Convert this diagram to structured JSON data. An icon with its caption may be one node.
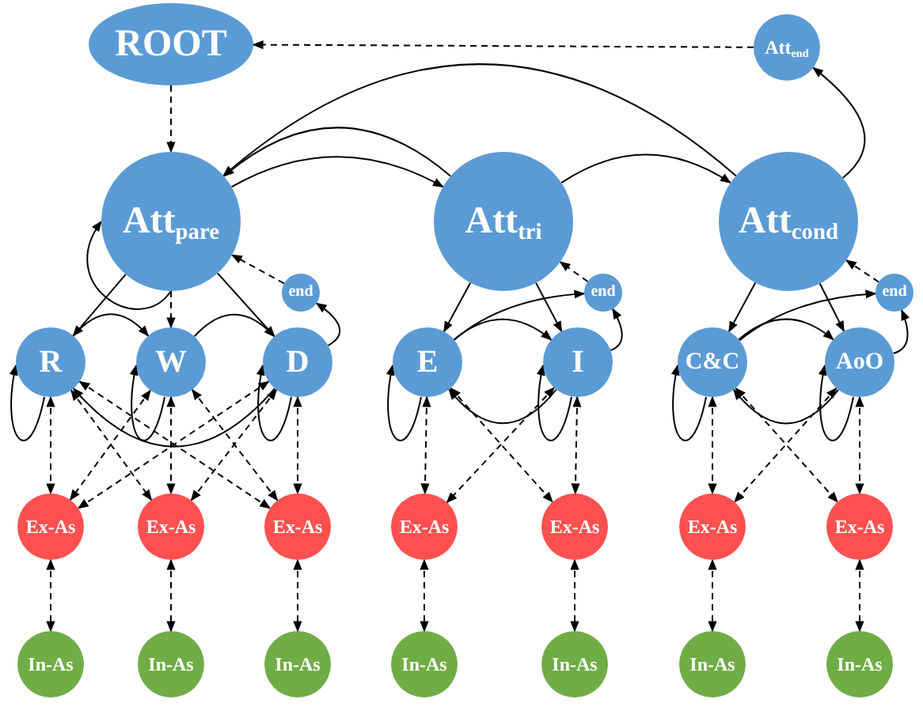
{
  "diagram": {
    "nodes": [
      {
        "text": [
          "ROOT"
        ]
      },
      {
        "text": [
          "Att$_{end}$"
        ]
      },
      {
        "text": [
          "Att$_{pare}$"
        ]
      },
      {
        "text": [
          "Att$_{tri}$"
        ]
      },
      {
        "text": [
          "Att$_{cond}$"
        ]
      },
      {
        "text": [
          "end"
        ]
      },
      {
        "text": [
          "end"
        ]
      },
      {
        "text": [
          "end"
        ]
      },
      {
        "text": [
          "R"
        ]
      },
      {
        "text": [
          "W"
        ]
      },
      {
        "text": [
          "D"
        ]
      },
      {
        "text": [
          "E"
        ]
      },
      {
        "text": [
          "I"
        ]
      },
      {
        "text": [
          "C&C"
        ]
      },
      {
        "text": [
          "AoO"
        ]
      },
      {
        "text": [
          "Ex-As"
        ]
      },
      {
        "text": [
          "Ex-As"
        ]
      },
      {
        "text": [
          "Ex-As"
        ]
      },
      {
        "text": [
          "Ex-As"
        ]
      },
      {
        "text": [
          "Ex-As"
        ]
      },
      {
        "text": [
          "Ex-As"
        ]
      },
      {
        "text": [
          "Ex-As"
        ]
      },
      {
        "text": [
          "In-As"
        ]
      },
      {
        "text": [
          "In-As"
        ]
      },
      {
        "text": [
          "In-As"
        ]
      },
      {
        "text": [
          "In-As"
        ]
      },
      {
        "text": [
          "In-As"
        ]
      },
      {
        "text": [
          "In-As"
        ]
      },
      {
        "text": [
          "In-As"
        ]
      }
    ],
    "edges": [
      {
        "from": 1,
        "to": 0,
        "arrow": "to",
        "style": "dashed"
      },
      {
        "from": 0,
        "to": 2,
        "arrow": "to",
        "style": "dashed"
      },
      {
        "from": 3,
        "to": 2,
        "arrow": "to"
      },
      {
        "from": 4,
        "to": 2,
        "arrow": "to"
      },
      {
        "from": 2,
        "to": 3,
        "arrow": "to"
      },
      {
        "from": 3,
        "to": 4,
        "arrow": "to"
      },
      {
        "from": 4,
        "to": 1,
        "arrow": "to"
      },
      {
        "from": 2,
        "to": 2,
        "arrow": "to"
      },
      {
        "from": 5,
        "to": 2,
        "arrow": "to",
        "style": "dashed"
      },
      {
        "from": 2,
        "to": 8,
        "arrow": "to"
      },
      {
        "from": 2,
        "to": 9,
        "arrow": "to",
        "style": "dashed"
      },
      {
        "from": 2,
        "to": 10,
        "arrow": "to"
      },
      {
        "from": 8,
        "to": 9,
        "arrow": "to"
      },
      {
        "from": 9,
        "to": 10,
        "arrow": "to"
      },
      {
        "from": 10,
        "to": 5,
        "arrow": "to"
      },
      {
        "from": 10,
        "to": 8,
        "arrow": "to"
      },
      {
        "from": 8,
        "to": 8,
        "arrow": "to"
      },
      {
        "from": 9,
        "to": 9,
        "arrow": "to"
      },
      {
        "from": 10,
        "to": 10,
        "arrow": "to"
      },
      {
        "from": 8,
        "to": 15,
        "arrow": "both",
        "style": "dashed"
      },
      {
        "from": 8,
        "to": 16,
        "arrow": "both",
        "style": "dashed"
      },
      {
        "from": 8,
        "to": 17,
        "arrow": "both",
        "style": "dashed"
      },
      {
        "from": 9,
        "to": 15,
        "arrow": "both",
        "style": "dashed"
      },
      {
        "from": 9,
        "to": 16,
        "arrow": "both",
        "style": "dashed"
      },
      {
        "from": 9,
        "to": 17,
        "arrow": "both",
        "style": "dashed"
      },
      {
        "from": 10,
        "to": 15,
        "arrow": "both",
        "style": "dashed"
      },
      {
        "from": 10,
        "to": 16,
        "arrow": "both",
        "style": "dashed"
      },
      {
        "from": 10,
        "to": 17,
        "arrow": "both",
        "style": "dashed"
      },
      {
        "from": 6,
        "to": 3,
        "arrow": "to",
        "style": "dashed"
      },
      {
        "from": 3,
        "to": 11,
        "arrow": "to"
      },
      {
        "from": 3,
        "to": 12,
        "arrow": "to"
      },
      {
        "from": 11,
        "to": 12,
        "arrow": "to"
      },
      {
        "from": 11,
        "to": 6,
        "arrow": "to"
      },
      {
        "from": 12,
        "to": 6,
        "arrow": "to"
      },
      {
        "from": 12,
        "to": 11,
        "arrow": "to"
      },
      {
        "from": 11,
        "to": 11,
        "arrow": "to"
      },
      {
        "from": 12,
        "to": 12,
        "arrow": "to"
      },
      {
        "from": 11,
        "to": 18,
        "arrow": "both",
        "style": "dashed"
      },
      {
        "from": 11,
        "to": 19,
        "arrow": "both",
        "style": "dashed"
      },
      {
        "from": 12,
        "to": 18,
        "arrow": "both",
        "style": "dashed"
      },
      {
        "from": 12,
        "to": 19,
        "arrow": "both",
        "style": "dashed"
      },
      {
        "from": 7,
        "to": 4,
        "arrow": "to",
        "style": "dashed"
      },
      {
        "from": 4,
        "to": 13,
        "arrow": "to"
      },
      {
        "from": 4,
        "to": 14,
        "arrow": "to"
      },
      {
        "from": 13,
        "to": 14,
        "arrow": "to"
      },
      {
        "from": 13,
        "to": 7,
        "arrow": "to"
      },
      {
        "from": 14,
        "to": 7,
        "arrow": "to"
      },
      {
        "from": 14,
        "to": 13,
        "arrow": "to"
      },
      {
        "from": 13,
        "to": 13,
        "arrow": "to"
      },
      {
        "from": 14,
        "to": 14,
        "arrow": "to"
      },
      {
        "from": 13,
        "to": 20,
        "arrow": "both",
        "style": "dashed"
      },
      {
        "from": 13,
        "to": 21,
        "arrow": "both",
        "style": "dashed"
      },
      {
        "from": 14,
        "to": 20,
        "arrow": "both",
        "style": "dashed"
      },
      {
        "from": 14,
        "to": 21,
        "arrow": "both",
        "style": "dashed"
      },
      {
        "from": 15,
        "to": 22,
        "arrow": "both",
        "style": "dashed"
      },
      {
        "from": 16,
        "to": 23,
        "arrow": "both",
        "style": "dashed"
      },
      {
        "from": 17,
        "to": 24,
        "arrow": "both",
        "style": "dashed"
      },
      {
        "from": 18,
        "to": 25,
        "arrow": "both",
        "style": "dashed"
      },
      {
        "from": 19,
        "to": 26,
        "arrow": "both",
        "style": "dashed"
      },
      {
        "from": 20,
        "to": 27,
        "arrow": "both",
        "style": "dashed"
      },
      {
        "from": 21,
        "to": 28,
        "arrow": "both",
        "style": "dashed"
      }
    ]
  }
}
